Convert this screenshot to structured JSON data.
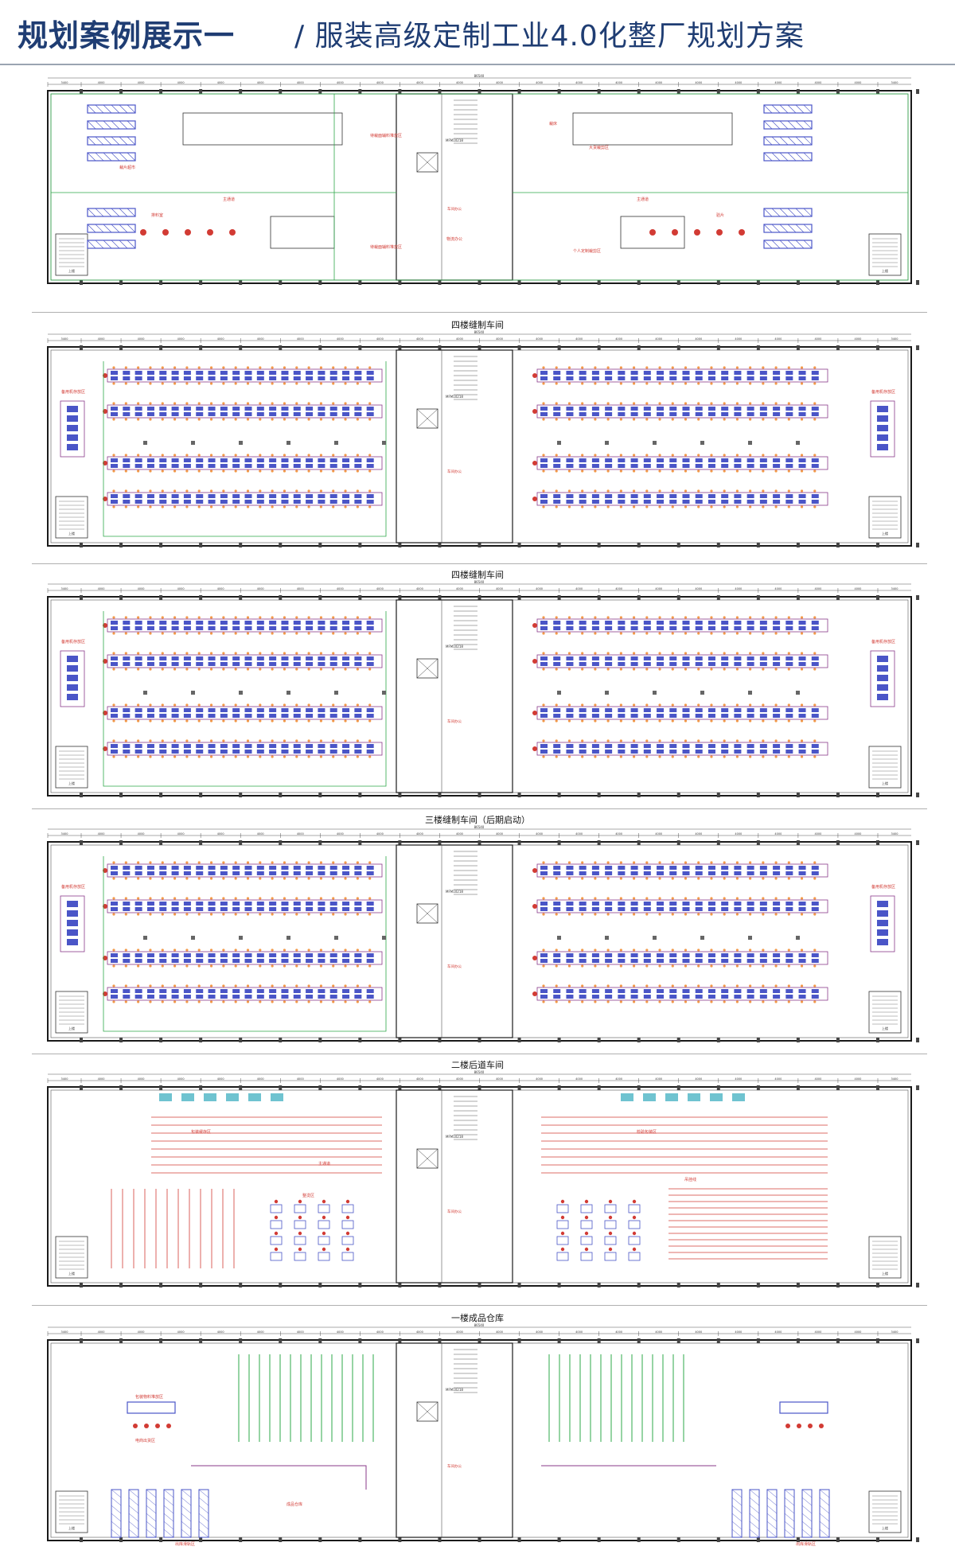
{
  "header": {
    "title_bold": "规划案例展示一",
    "title_light": "/ 服装高级定制工业4.0化整厂规划方案"
  },
  "common": {
    "total_dim": "86540",
    "dims": [
      "3400",
      "4000",
      "4000",
      "4000",
      "4000",
      "4000",
      "4000",
      "4000",
      "4000",
      "4000",
      "4000",
      "4000",
      "4000",
      "4000",
      "4000",
      "4000",
      "4000",
      "4000",
      "4000",
      "4000",
      "4000",
      "3400"
    ],
    "elevator": "MFM10218",
    "stair": "上楼",
    "office": "车间办公",
    "aisle": "主通道"
  },
  "floors": [
    {
      "label": "",
      "rooms": [
        "待裁面辅料堆放区",
        "待裁面辅料堆放区",
        "裁床",
        "大货裁剪区",
        "裁片超市",
        "个人定制裁剪区",
        "排料室",
        "验片",
        "物流办公"
      ]
    },
    {
      "label": "四楼缝制车间",
      "zones": [
        "备用机存放区",
        "备用机存放区"
      ]
    },
    {
      "label": "四楼缝制车间",
      "zones": [
        "备用机存放区",
        "备用机存放区"
      ]
    },
    {
      "label": "三楼缝制车间（后期启动）",
      "zones": [
        "备用机存放区",
        "备用机存放区"
      ]
    },
    {
      "label": "二楼后道车间",
      "zones": [
        "包装缓存区",
        "检验包装区",
        "整烫区",
        "主通道",
        "吊挂线"
      ]
    },
    {
      "label": "一楼成品仓库",
      "zones": [
        "包装物料堆放区",
        "电商出货区",
        "出库滑轨区",
        "出库滑轨区",
        "成品仓库"
      ]
    }
  ],
  "colors": {
    "title": "#1f3d73",
    "wall": "#1a1a1a",
    "green": "#2ea84a",
    "blue": "#4a55c7",
    "red": "#d23b34",
    "purple": "#8a3a8a",
    "orange": "#f2994a"
  }
}
